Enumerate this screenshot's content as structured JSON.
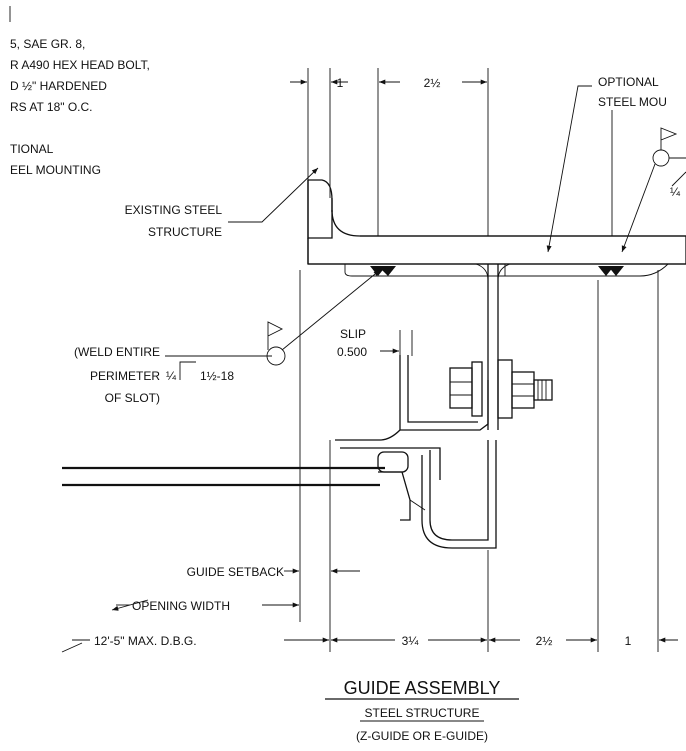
{
  "notes": {
    "bolt_line1": "5, SAE GR. 8,",
    "bolt_line2": "R A490 HEX HEAD BOLT,",
    "bolt_line3": "D ½\" HARDENED",
    "bolt_line4": "RS AT 18\" O.C.",
    "optional_left_line1": "TIONAL",
    "optional_left_line2": "EEL MOUNTING"
  },
  "callouts": {
    "existing_steel_line1": "EXISTING STEEL",
    "existing_steel_line2": "STRUCTURE",
    "optional_right_line1": "OPTIONAL",
    "optional_right_line2": "STEEL MOU",
    "weld_line1": "(WELD ENTIRE",
    "weld_line2": "PERIMETER",
    "weld_line3": "OF SLOT)",
    "weld_size_left": "¼",
    "weld_length": "1½-18",
    "weld_size_right": "¼",
    "slip_label": "SLIP",
    "slip_value": "0.500"
  },
  "dimensions": {
    "top_1": "1",
    "top_2_5": "2½",
    "guide_setback": "GUIDE SETBACK",
    "opening_width": "OPENING WIDTH",
    "max_dbg": "12'-5\" MAX. D.B.G.",
    "bottom_3_25": "3¼",
    "bottom_2_5": "2½",
    "bottom_1": "1"
  },
  "title": {
    "main": "GUIDE ASSEMBLY",
    "sub1": "STEEL STRUCTURE",
    "sub2": "(Z-GUIDE OR E-GUIDE)"
  }
}
